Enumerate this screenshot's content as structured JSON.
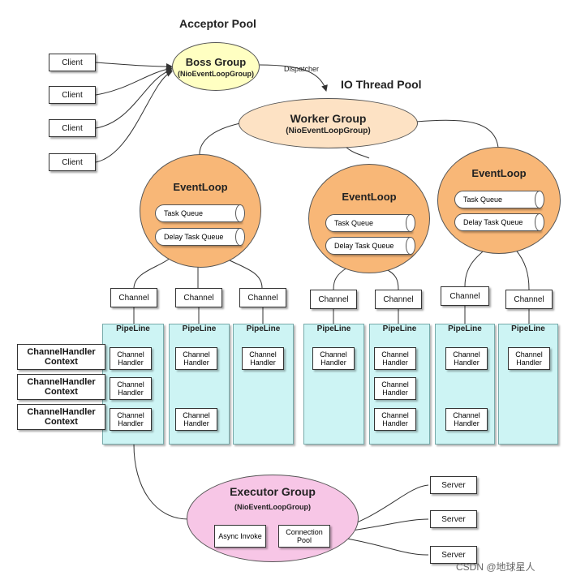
{
  "titles": {
    "acceptor_pool": "Acceptor Pool",
    "io_thread_pool": "IO Thread Pool",
    "dispatcher": "Dispatcher"
  },
  "clients": [
    "Client",
    "Client",
    "Client",
    "Client"
  ],
  "boss_group": {
    "title": "Boss Group",
    "subtitle": "(NioEventLoopGroup)"
  },
  "worker_group": {
    "title": "Worker Group",
    "subtitle": "(NioEventLoopGroup)"
  },
  "event_loops": [
    {
      "title": "EventLoop",
      "task_queue": "Task Queue",
      "delay_task_queue": "Delay Task Queue"
    },
    {
      "title": "EventLoop",
      "task_queue": "Task Queue",
      "delay_task_queue": "Delay Task Queue"
    },
    {
      "title": "EventLoop",
      "task_queue": "Task Queue",
      "delay_task_queue": "Delay Task Queue"
    }
  ],
  "channels": [
    "Channel",
    "Channel",
    "Channel",
    "Channel",
    "Channel",
    "Channel",
    "Channel"
  ],
  "pipelines": [
    "PipeLine",
    "PipeLine",
    "PipeLine",
    "PipeLine",
    "PipeLine",
    "PipeLine",
    "PipeLine"
  ],
  "handler_label": "Channel Handler",
  "handler_contexts": [
    "ChannelHandler Context",
    "ChannelHandler Context",
    "ChannelHandler Context"
  ],
  "executor_group": {
    "title": "Executor Group",
    "subtitle": "(NioEventLoopGroup)",
    "async_invoke": "Async Invoke",
    "connection_pool": "Connection Pool"
  },
  "servers": [
    "Server",
    "Server",
    "Server"
  ],
  "watermark": "CSDN @地球星人",
  "colors": {
    "boss": "#ffffc2",
    "worker": "#fde2c4",
    "eventloop": "#f8b777",
    "pipeline": "#cdf4f4",
    "executor": "#f7c6e6"
  }
}
